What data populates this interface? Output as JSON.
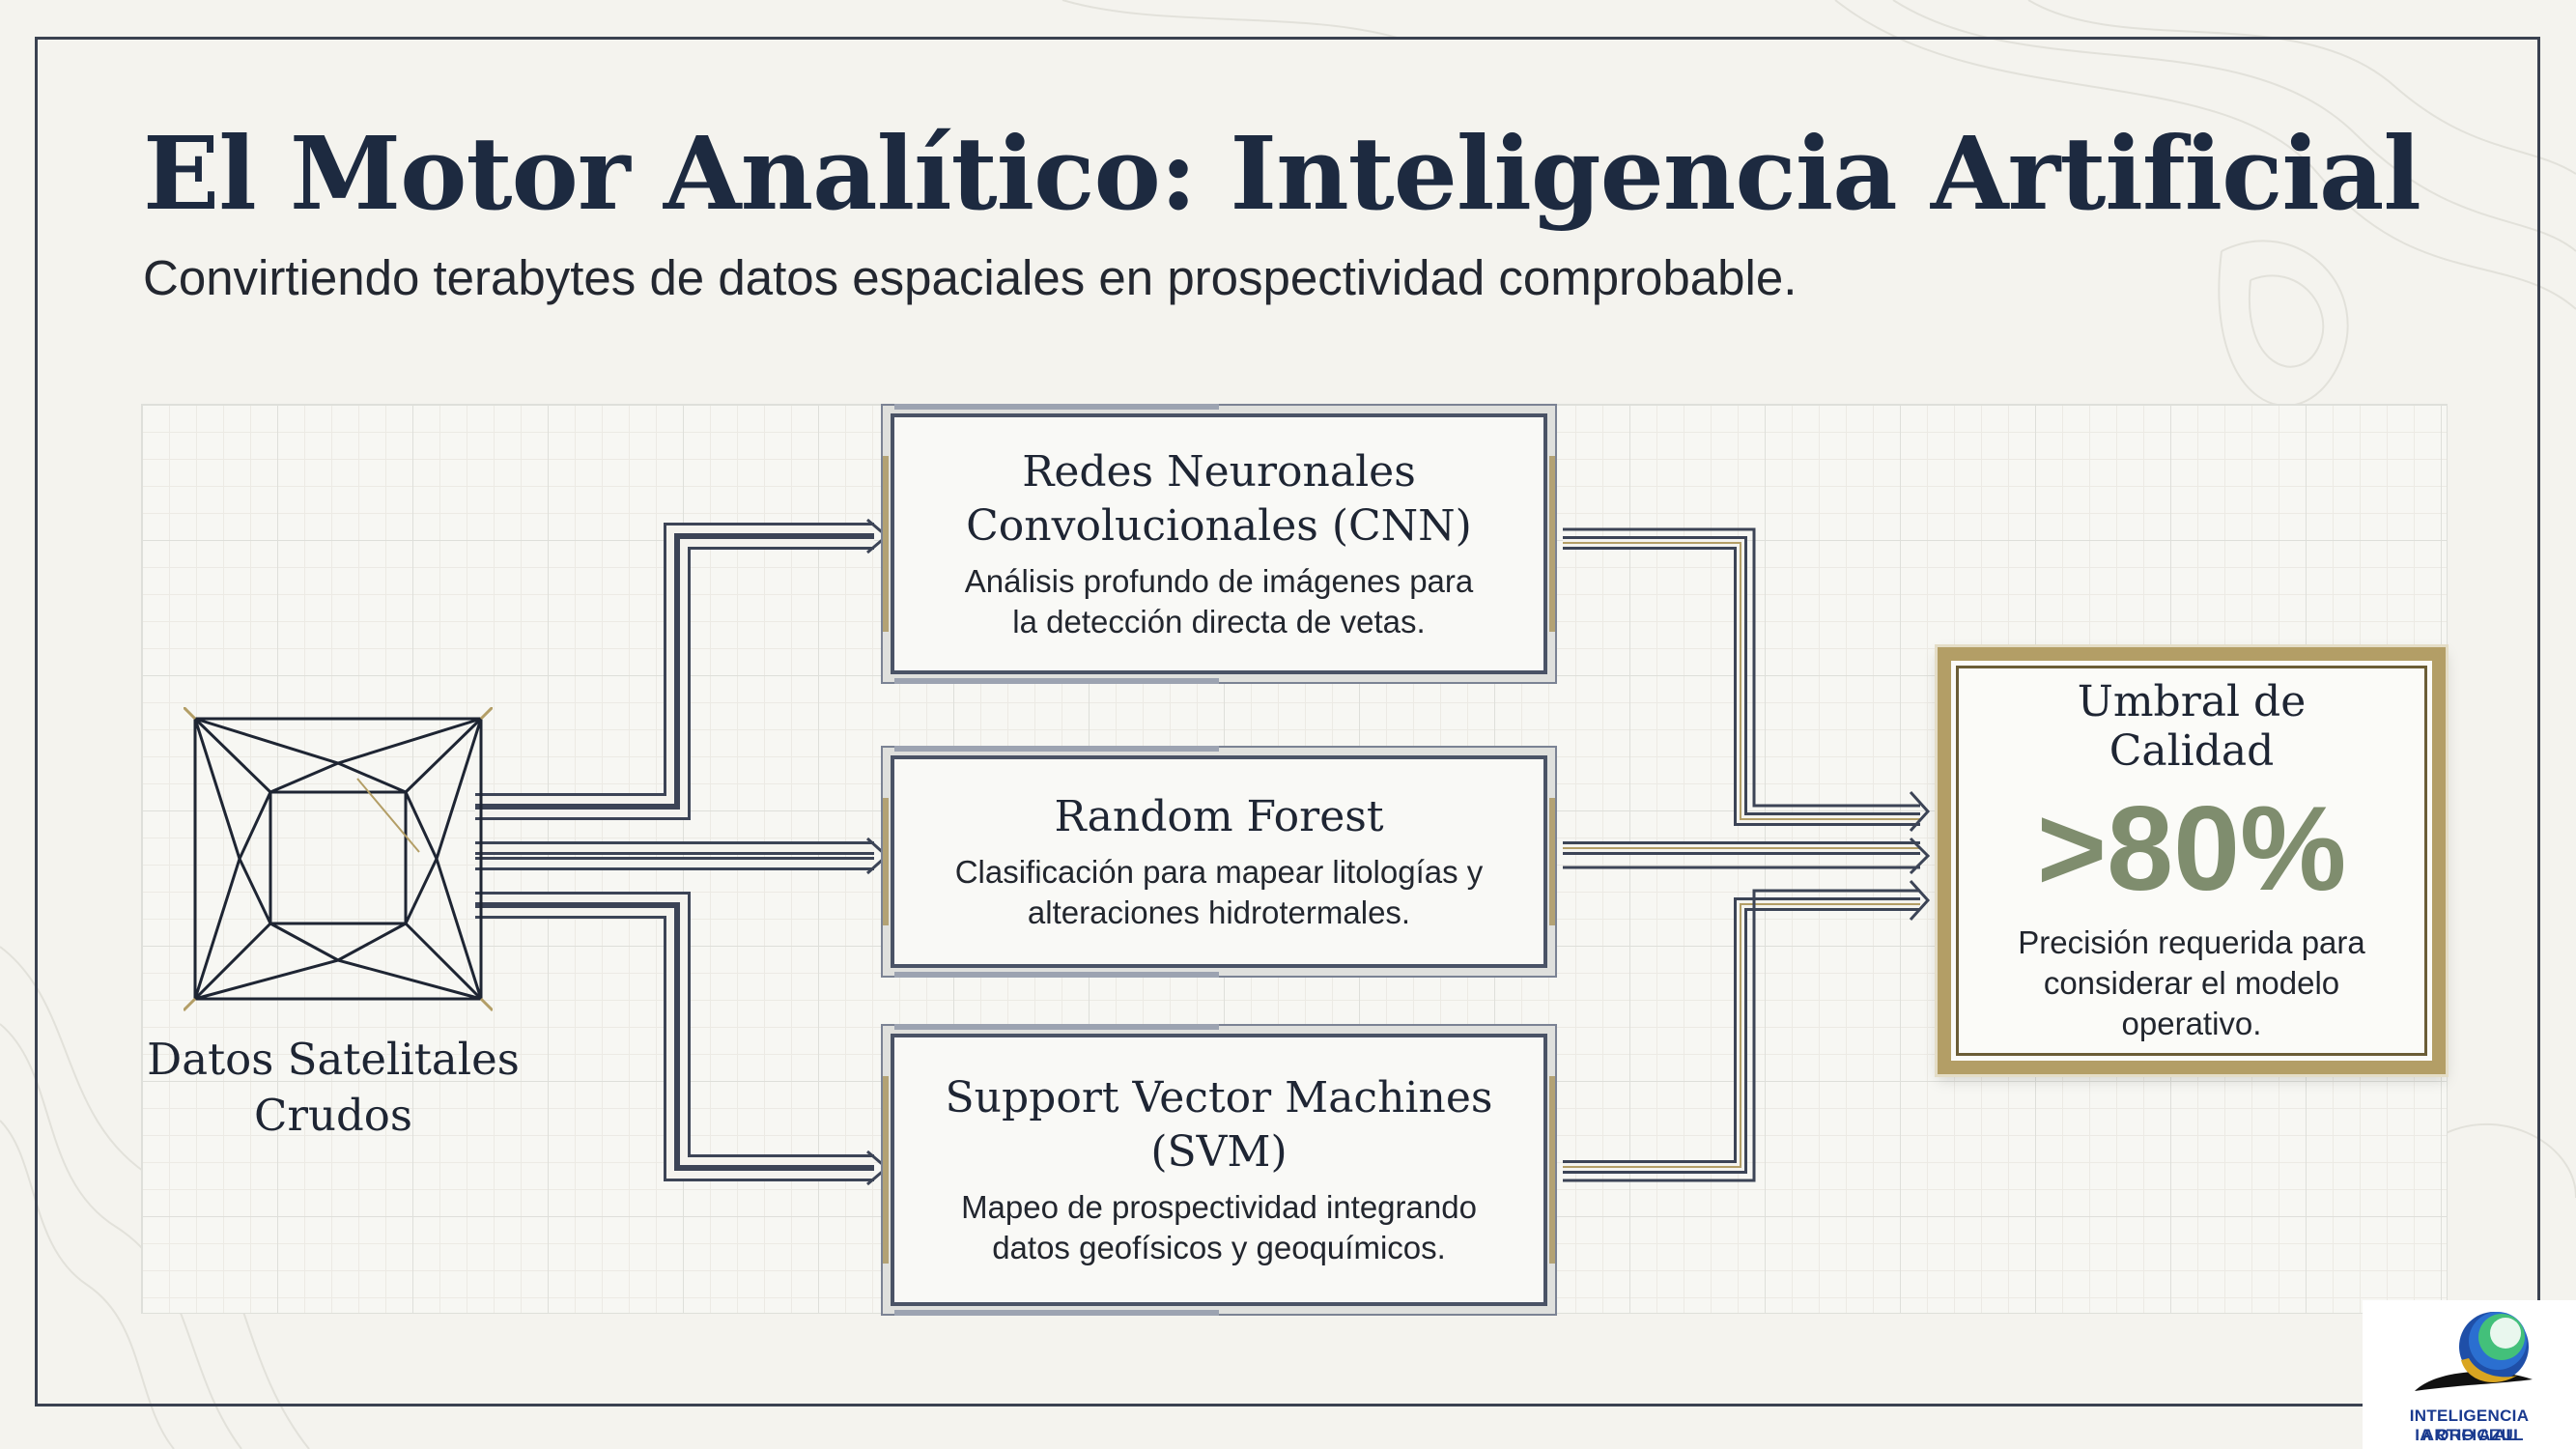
{
  "header": {
    "title": "El Motor Analítico: Inteligencia Artificial",
    "subtitle": "Convirtiendo terabytes de datos espaciales en prospectividad comprobable."
  },
  "source": {
    "label_line1": "Datos Satelitales",
    "label_line2": "Crudos",
    "icon": "satellite-data-icon"
  },
  "models": [
    {
      "title_line1": "Redes Neuronales",
      "title_line2": "Convolucionales (CNN)",
      "desc_line1": "Análisis profundo de imágenes para",
      "desc_line2": "la detección directa de vetas."
    },
    {
      "title_line1": "Random Forest",
      "desc_line1": "Clasificación para mapear litologías y",
      "desc_line2": "alteraciones hidrotermales."
    },
    {
      "title_line1": "Support Vector Machines",
      "title_line2": "(SVM)",
      "desc_line1": "Mapeo de prospectividad integrando",
      "desc_line2": "datos geofísicos y geoquímicos."
    }
  ],
  "quality": {
    "title": "Umbral de Calidad",
    "value": ">80%",
    "desc_line1": "Precisión requerida para",
    "desc_line2": "considerar el modelo",
    "desc_line3": "operativo."
  },
  "logo": {
    "line1": "INTELIGENCIA ARTIFICIAL",
    "line2": "IA ORO AZUL",
    "icon": "ia-oro-azul-logo"
  },
  "colors": {
    "navy": "#1d2a40",
    "wire": "#3c4456",
    "gold": "#b39e66",
    "value_green": "#7f8d6e",
    "logo_blue": "#1a3a8f"
  }
}
